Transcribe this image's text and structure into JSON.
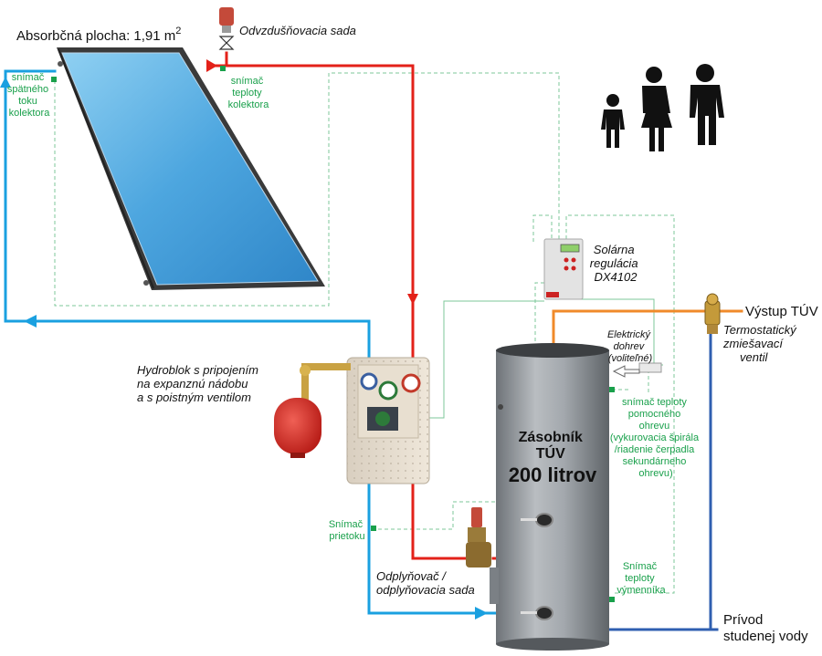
{
  "labels": {
    "absorption_area_prefix": "Absorbčná plocha: 1,91 m",
    "absorption_area_sup": "2",
    "deaeration_set": "Odvzdušňovacia sada",
    "collector_sensor": [
      "snímač",
      "teploty",
      "kolektora"
    ],
    "return_sensor": [
      "snímač",
      "spätného",
      "toku",
      "kolektora"
    ],
    "controller": [
      "Solárna",
      "regulácia",
      "DX4102"
    ],
    "hot_water_outlet": "Výstup TÚV",
    "mixing_valve": [
      "Termostatický",
      "zmiešavací",
      "ventil"
    ],
    "electric_heater": [
      "Elektrický",
      "dohrev",
      "(voliteľné)"
    ],
    "aux_sensor": [
      "snímač teploty",
      "pomocného",
      "ohrevu",
      "(vykurovacia špirála",
      "/riadenie čerpadla",
      "sekundárneho",
      "ohrevu)"
    ],
    "hydroblock": [
      "Hydroblok s pripojením",
      "na expanznú nádobu",
      "a s poistným ventilom"
    ],
    "tank": [
      "Zásobník",
      "TÚV",
      "200 litrov"
    ],
    "flow_sensor": [
      "Snímač",
      "prietoku"
    ],
    "degasser": [
      "Odplyňovač /",
      "odplyňovacia sada"
    ],
    "exchanger_sensor": [
      "Snímač",
      "teploty",
      "výmenníka"
    ],
    "cold_water_inlet": [
      "Prívod",
      "studenej vody"
    ]
  },
  "colors": {
    "hot_pipe": "#e32119",
    "return_pipe": "#1aa0e0",
    "cold_pipe": "#2f5fb0",
    "dhw_pipe": "#f08a2a",
    "sensor_wire": "#66bb88",
    "sensor_text": "#19a04b"
  }
}
